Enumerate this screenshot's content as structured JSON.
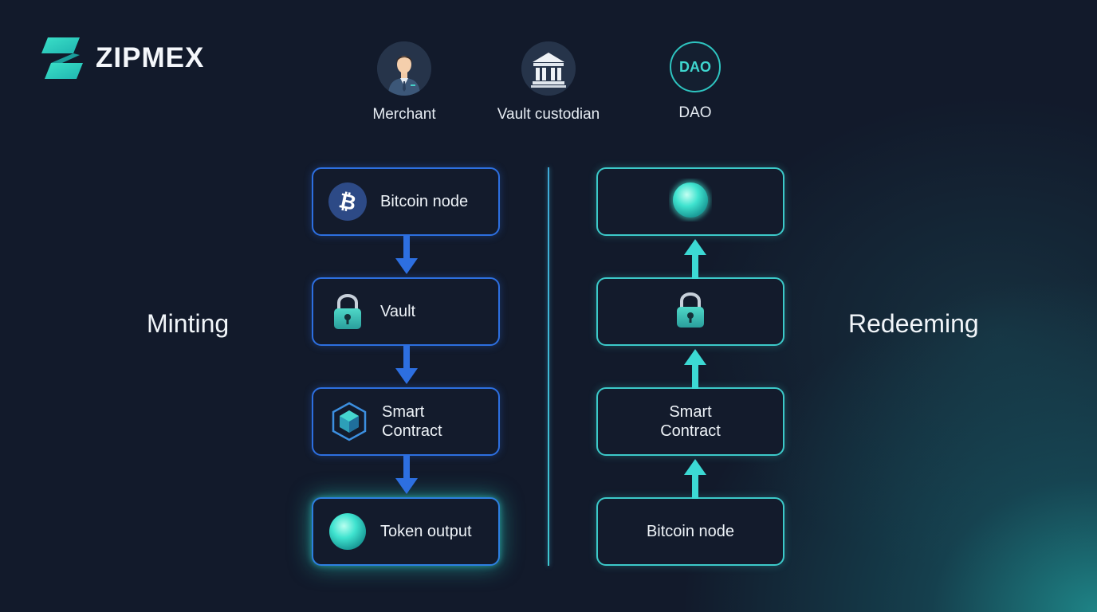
{
  "brand": {
    "name": "ZIPMEX",
    "logo_icon": "zipmex-logo"
  },
  "roles": [
    {
      "label": "Merchant",
      "icon": "merchant-avatar-icon"
    },
    {
      "label": "Vault custodian",
      "icon": "bank-building-icon"
    },
    {
      "label": "DAO",
      "badge": "DAO",
      "icon": "dao-badge-icon"
    }
  ],
  "minting": {
    "title": "Minting",
    "steps": [
      {
        "label": "Bitcoin node",
        "icon": "bitcoin-icon"
      },
      {
        "label": "Vault",
        "icon": "lock-icon"
      },
      {
        "label": "Smart\nContract",
        "line1": "Smart",
        "line2": "Contract",
        "icon": "hexagon-cube-icon"
      },
      {
        "label": "Token output",
        "icon": "token-orb-icon"
      }
    ]
  },
  "redeeming": {
    "title": "Redeeming",
    "steps": [
      {
        "label": "",
        "icon": "token-orb-icon"
      },
      {
        "label": "",
        "icon": "lock-icon"
      },
      {
        "label": "Smart\nContract",
        "line1": "Smart",
        "line2": "Contract"
      },
      {
        "label": "Bitcoin node"
      }
    ]
  },
  "colors": {
    "background": "#121a2b",
    "minting_accent": "#2d6fe0",
    "redeeming_accent": "#3cc9c9",
    "token_glow": "#3fe3cf"
  }
}
